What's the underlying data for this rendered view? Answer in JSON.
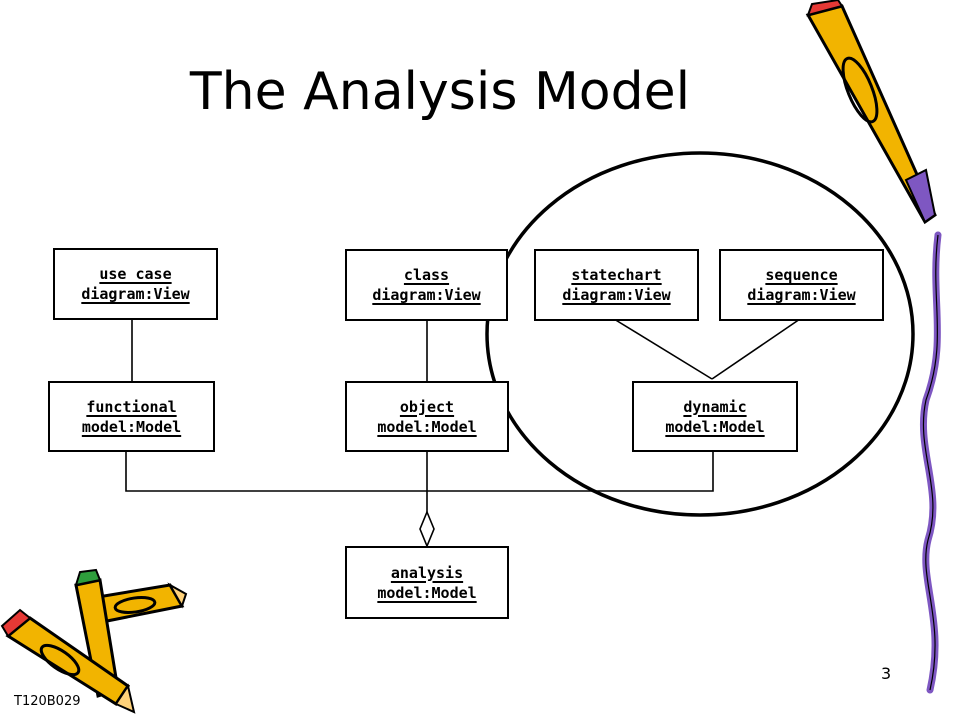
{
  "slide": {
    "title": "The Analysis Model",
    "page_number": "3",
    "footer_code": "T120B029"
  },
  "boxes": {
    "use_case_view": [
      "use case",
      "diagram:View"
    ],
    "class_view": [
      "class",
      "diagram:View"
    ],
    "statechart_view": [
      "statechart",
      "diagram:View"
    ],
    "sequence_view": [
      "sequence",
      "diagram:View"
    ],
    "functional_model": [
      "functional",
      "model:Model"
    ],
    "object_model": [
      "object",
      "model:Model"
    ],
    "dynamic_model": [
      "dynamic",
      "model:Model"
    ],
    "analysis_model": [
      "analysis",
      "model:Model"
    ]
  },
  "decorations": {
    "highlight_circle": "ellipse around dynamic model views",
    "pencil_colors": {
      "body": "#f2b400",
      "tip": "#ffd27a",
      "eraser": "#7e57c2",
      "red": "#e53935",
      "green": "#2e9e3c"
    }
  }
}
